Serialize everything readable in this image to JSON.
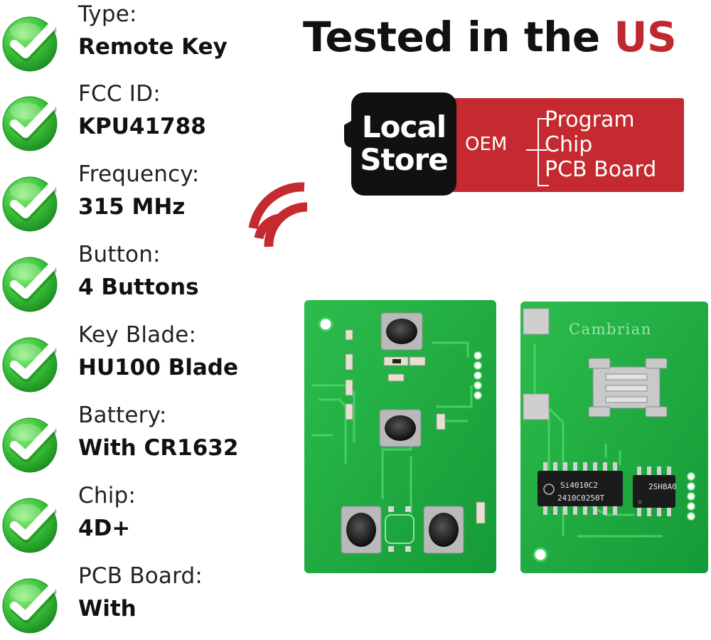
{
  "specs": [
    {
      "label": "Type:",
      "value": "Remote Key"
    },
    {
      "label": "FCC ID:",
      "value": "KPU41788"
    },
    {
      "label": "Frequency:",
      "value": "315 MHz"
    },
    {
      "label": "Button:",
      "value": "4 Buttons"
    },
    {
      "label": "Key Blade:",
      "value": "HU100 Blade"
    },
    {
      "label": "Battery:",
      "value": "With CR1632"
    },
    {
      "label": "Chip:",
      "value": "4D+"
    },
    {
      "label": "PCB Board:",
      "value": "With"
    }
  ],
  "headline": {
    "prefix": "Tested in the ",
    "highlight": "US"
  },
  "badge": {
    "store_line1": "Local",
    "store_line2": "Store",
    "oem": "OEM",
    "features": [
      "Program",
      "Chip",
      "PCB Board"
    ]
  },
  "pcb": {
    "brand_marking": "Cambrian",
    "chip1_marking": "Si4010C2",
    "chip1_code": "2410C0250T",
    "chip2_marking": "2SH8A0"
  },
  "colors": {
    "check_green": "#3cc43a",
    "accent_red": "#c42a2f",
    "pcb_green": "#1fae3f",
    "badge_black": "#111111"
  },
  "icons": [
    "check-icon",
    "wireless-signal-icon"
  ]
}
